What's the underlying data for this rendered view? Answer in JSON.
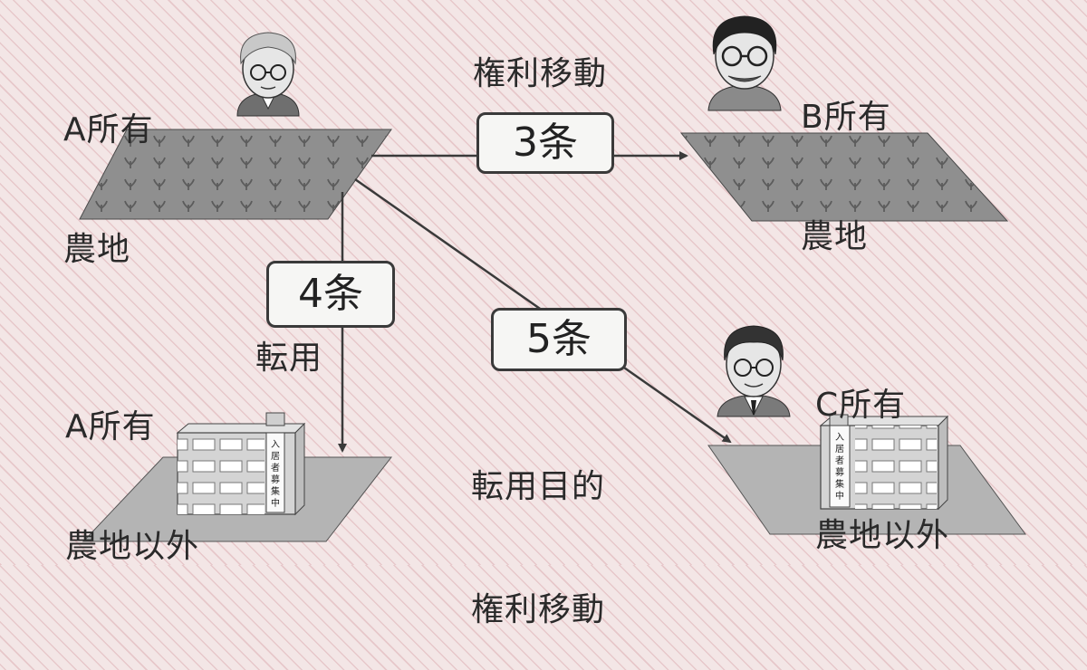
{
  "owner_a_farmland": {
    "line1": "A所有",
    "line2": "農地"
  },
  "owner_b_farmland": {
    "line1": "B所有",
    "line2": "農地"
  },
  "owner_a_nonfarm": {
    "line1": "A所有",
    "line2": "農地以外"
  },
  "owner_c_nonfarm": {
    "line1": "C所有",
    "line2": "農地以外"
  },
  "transfer_label": "権利移動",
  "article3": "3条",
  "article4": "4条",
  "conversion_label": "転用",
  "article5": "5条",
  "conversion_transfer_label": {
    "line1": "転用目的",
    "line2": "権利移動"
  },
  "building_sign": "入居者募集中",
  "colors": {
    "field": "#8f8f8f",
    "lot": "#b4b4b4",
    "line": "#3a3a3a",
    "box_bg": "#f6f6f4"
  }
}
